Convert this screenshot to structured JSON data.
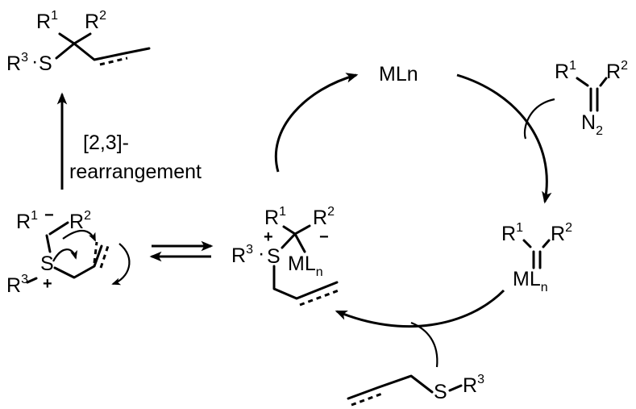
{
  "labels": {
    "r1": "R",
    "r1_sup": "1",
    "r2": "R",
    "r2_sup": "2",
    "r3": "R",
    "r3_sup": "3",
    "s": "S",
    "dot": "·",
    "catalyst": "MLn",
    "ml": "ML",
    "ml_sub": "n",
    "n2": "N",
    "n2_sub": "2",
    "plus": "+",
    "minus": "−",
    "step_line1": "[2,3]-",
    "step_line2": "rearrangement"
  }
}
